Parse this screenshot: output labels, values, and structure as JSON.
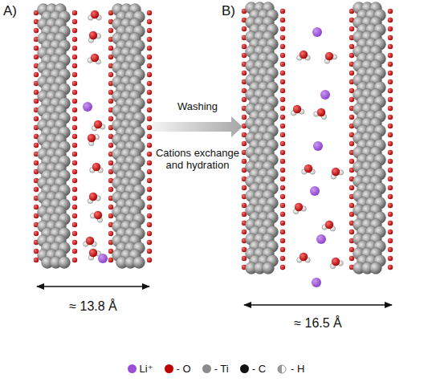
{
  "diagram": {
    "labels": [
      "A)",
      "B)",
      "Washing",
      "Cations exchange and hydration",
      "≈ 13.8 Å",
      "≈ 16.5 Å"
    ],
    "legend": [
      {
        "text": "Li⁺",
        "color": "#9b4fd9"
      },
      {
        "text": "- O",
        "color": "#c00000"
      },
      {
        "text": "- Ti",
        "color": "#8c8c8c"
      },
      {
        "text": "- C",
        "color": "#111111"
      },
      {
        "text": "- H"
      }
    ]
  }
}
